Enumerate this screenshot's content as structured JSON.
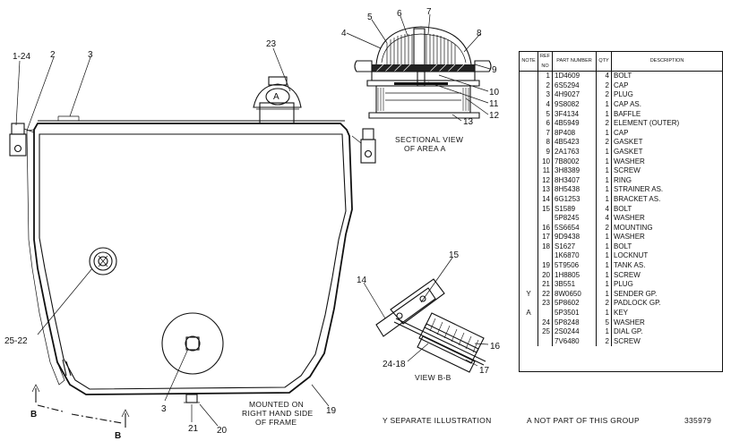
{
  "callouts": {
    "c1_24": "1-24",
    "c2": "2",
    "c3_top": "3",
    "c3_bottom": "3",
    "c4": "4",
    "c5": "5",
    "c6": "6",
    "c7": "7",
    "c8": "8",
    "c9": "9",
    "c10": "10",
    "c11": "11",
    "c12": "12",
    "c13": "13",
    "c14": "14",
    "c15": "15",
    "c16": "16",
    "c17": "17",
    "c19": "19",
    "c20": "20",
    "c21": "21",
    "c23": "23",
    "c24_18": "24-18",
    "c25_22": "25-22",
    "a_marker": "A",
    "b_left": "B",
    "b_right": "B"
  },
  "captions": {
    "sectional_line1": "SECTIONAL VIEW",
    "sectional_line2": "OF AREA A",
    "view_bb": "VIEW B-B",
    "mounted_line1": "MOUNTED ON",
    "mounted_line2": "RIGHT HAND SIDE",
    "mounted_line3": "OF FRAME"
  },
  "notes": {
    "y_note": "Y   SEPARATE ILLUSTRATION",
    "a_note": "A   NOT PART OF THIS GROUP",
    "drawing_no": "335979"
  },
  "parts_table": {
    "headers": {
      "note": "NOTE",
      "ref": "REF NO",
      "part": "PART NUMBER",
      "qty": "QTY",
      "desc": "DESCRIPTION"
    },
    "rows": [
      {
        "note": "",
        "ref": "1",
        "part": "1D4609",
        "qty": "4",
        "desc": "BOLT"
      },
      {
        "note": "",
        "ref": "2",
        "part": "6S5294",
        "qty": "2",
        "desc": "CAP"
      },
      {
        "note": "",
        "ref": "3",
        "part": "4H9027",
        "qty": "2",
        "desc": "PLUG"
      },
      {
        "note": "",
        "ref": "4",
        "part": "9S8082",
        "qty": "1",
        "desc": "CAP AS."
      },
      {
        "note": "",
        "ref": "5",
        "part": "3F4134",
        "qty": "1",
        "desc": "  BAFFLE"
      },
      {
        "note": "",
        "ref": "6",
        "part": "4B5949",
        "qty": "2",
        "desc": "  ELEMENT (OUTER)"
      },
      {
        "note": "",
        "ref": "7",
        "part": "8P408",
        "qty": "1",
        "desc": "  CAP"
      },
      {
        "note": "",
        "ref": "8",
        "part": "4B5423",
        "qty": "2",
        "desc": "  GASKET"
      },
      {
        "note": "",
        "ref": "9",
        "part": "2A1763",
        "qty": "1",
        "desc": "  GASKET"
      },
      {
        "note": "",
        "ref": "10",
        "part": "7B8002",
        "qty": "1",
        "desc": "  WASHER"
      },
      {
        "note": "",
        "ref": "11",
        "part": "3H8389",
        "qty": "1",
        "desc": "  SCREW"
      },
      {
        "note": "",
        "ref": "12",
        "part": "8H3407",
        "qty": "1",
        "desc": "RING"
      },
      {
        "note": "",
        "ref": "13",
        "part": "8H5438",
        "qty": "1",
        "desc": "STRAINER AS."
      },
      {
        "note": "",
        "ref": "14",
        "part": "6G1253",
        "qty": "1",
        "desc": "BRACKET AS."
      },
      {
        "note": "",
        "ref": "15",
        "part": "S1589",
        "qty": "4",
        "desc": "BOLT"
      },
      {
        "note": "",
        "ref": "",
        "part": "5P8245",
        "qty": "4",
        "desc": "WASHER"
      },
      {
        "note": "",
        "ref": "16",
        "part": "5S6654",
        "qty": "2",
        "desc": "MOUNTING"
      },
      {
        "note": "",
        "ref": "17",
        "part": "9D9438",
        "qty": "1",
        "desc": "WASHER"
      },
      {
        "note": "",
        "ref": "18",
        "part": "S1627",
        "qty": "1",
        "desc": "BOLT"
      },
      {
        "note": "",
        "ref": "",
        "part": "1K6870",
        "qty": "1",
        "desc": "LOCKNUT"
      },
      {
        "note": "",
        "ref": "19",
        "part": "5T9506",
        "qty": "1",
        "desc": "TANK AS."
      },
      {
        "note": "",
        "ref": "20",
        "part": "1H8805",
        "qty": "1",
        "desc": "SCREW"
      },
      {
        "note": "",
        "ref": "21",
        "part": "3B551",
        "qty": "1",
        "desc": "PLUG"
      },
      {
        "note": "Y",
        "ref": "22",
        "part": "8W0650",
        "qty": "1",
        "desc": "SENDER GP."
      },
      {
        "note": "",
        "ref": "23",
        "part": "5P8602",
        "qty": "2",
        "desc": "PADLOCK GP."
      },
      {
        "note": "A",
        "ref": "",
        "part": "5P3501",
        "qty": "1",
        "desc": "  KEY"
      },
      {
        "note": "",
        "ref": "24",
        "part": "5P8248",
        "qty": "5",
        "desc": "WASHER"
      },
      {
        "note": "",
        "ref": "25",
        "part": "2S0244",
        "qty": "1",
        "desc": "DIAL GP."
      },
      {
        "note": "",
        "ref": "",
        "part": "7V6480",
        "qty": "2",
        "desc": "  SCREW"
      }
    ]
  }
}
